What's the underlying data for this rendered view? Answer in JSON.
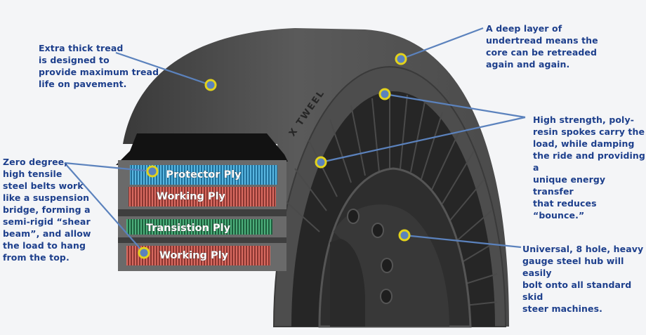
{
  "callouts": {
    "tread": "Extra thick tread\nis designed to\nprovide maximum tread\nlife on pavement.",
    "undertread": "A deep layer of\nundertread means the\ncore can be retreaded\nagain and again.",
    "spokes": "High strength, poly-\nresin spokes carry the\nload, while damping\nthe ride and providing a\nunique energy transfer\nthat reduces “bounce.”",
    "belts": "Zero degree,\nhigh tensile\nsteel belts work\nlike a suspension\nbridge, forming a\nsemi-rigid “shear\nbeam”, and allow\nthe load to hang\nfrom the top.",
    "hub": "Universal, 8 hole, heavy\ngauge steel hub will easily\nbolt onto all standard skid\nsteer machines."
  },
  "plies": {
    "protector": "Protector Ply",
    "working_top": "Working Ply",
    "transition": "Transistion Ply",
    "working_bottom": "Working Ply"
  },
  "sidewall_logo": "X TWEEL",
  "colors": {
    "text": "#1d3f8c",
    "leader": "#5b82bd",
    "marker": "#e2d21c",
    "protector": "#2f8fc0",
    "working": "#c0504a",
    "transition": "#2e8a5a"
  }
}
